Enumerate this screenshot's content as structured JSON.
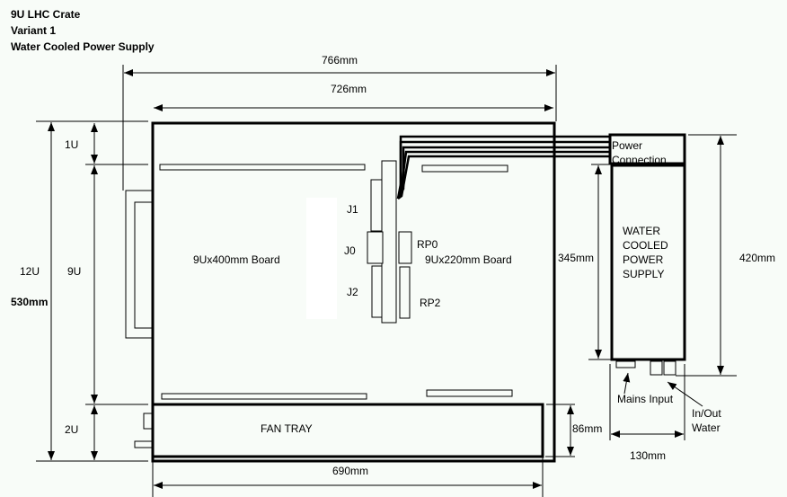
{
  "title": {
    "line1": "9U LHC Crate",
    "line2": "Variant 1",
    "line3": "Water Cooled Power Supply"
  },
  "dimensions": {
    "width_outer": "766mm",
    "width_inner": "726mm",
    "width_bottom": "690mm",
    "height_total_units": "12U",
    "height_total_mm": "530mm",
    "height_1u": "1U",
    "height_9u": "9U",
    "height_2u": "2U",
    "fan_tray_height": "86mm",
    "psu_height": "345mm",
    "psu_total_height": "420mm",
    "psu_width": "130mm"
  },
  "labels": {
    "board_400": "9Ux400mm Board",
    "board_220": "9Ux220mm Board",
    "j1": "J1",
    "j0": "J0",
    "j2": "J2",
    "rp0": "RP0",
    "rp2": "RP2",
    "fan_tray": "FAN TRAY",
    "power_connection_1": "Power",
    "power_connection_2": "Connection",
    "psu_1": "WATER",
    "psu_2": "COOLED",
    "psu_3": "POWER",
    "psu_4": "SUPPLY",
    "mains_input": "Mains Input",
    "water_1": "In/Out",
    "water_2": "Water"
  }
}
